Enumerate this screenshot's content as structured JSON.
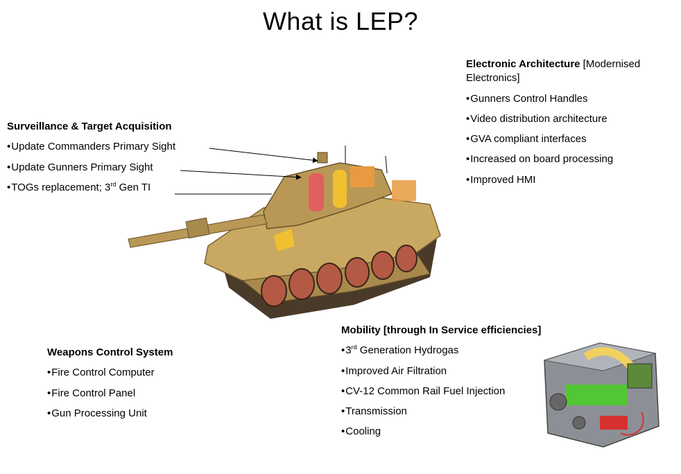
{
  "title": "What is LEP?",
  "surveillance": {
    "heading": "Surveillance & Target Acquisition",
    "items": [
      "Update Commanders Primary Sight",
      "Update Gunners Primary Sight"
    ],
    "togs": {
      "pre": "TOGs replacement; 3",
      "sup": "rd",
      "post": " Gen TI"
    }
  },
  "electronic": {
    "heading": "Electronic Architecture",
    "heading_rest": " [Modernised Electronics]",
    "items": [
      "Gunners Control Handles",
      "Video distribution architecture",
      "GVA compliant interfaces",
      "Increased on board processing",
      "Improved HMI"
    ]
  },
  "weapons": {
    "heading": "Weapons Control System",
    "items": [
      "Fire Control Computer",
      "Fire Control Panel",
      "Gun Processing Unit"
    ]
  },
  "mobility": {
    "heading": "Mobility [through In Service efficiencies]",
    "hydrogas": {
      "pre": "3",
      "sup": "rd",
      "post": " Generation Hydrogas"
    },
    "items": [
      "Improved Air Filtration",
      "CV-12 Common Rail Fuel Injection",
      "Transmission",
      "Cooling"
    ]
  },
  "bullet": "•",
  "colors": {
    "hull": "#c9a862",
    "hull_dark": "#8a6e3a",
    "wheel": "#b35a45",
    "crew_red": "#e06060",
    "crew_yellow": "#f0c030",
    "interior_orange": "#e89a40",
    "engine_grey": "#8c9096",
    "engine_green": "#4ccc2a",
    "engine_yellow": "#f2d060",
    "engine_red": "#d63030"
  }
}
